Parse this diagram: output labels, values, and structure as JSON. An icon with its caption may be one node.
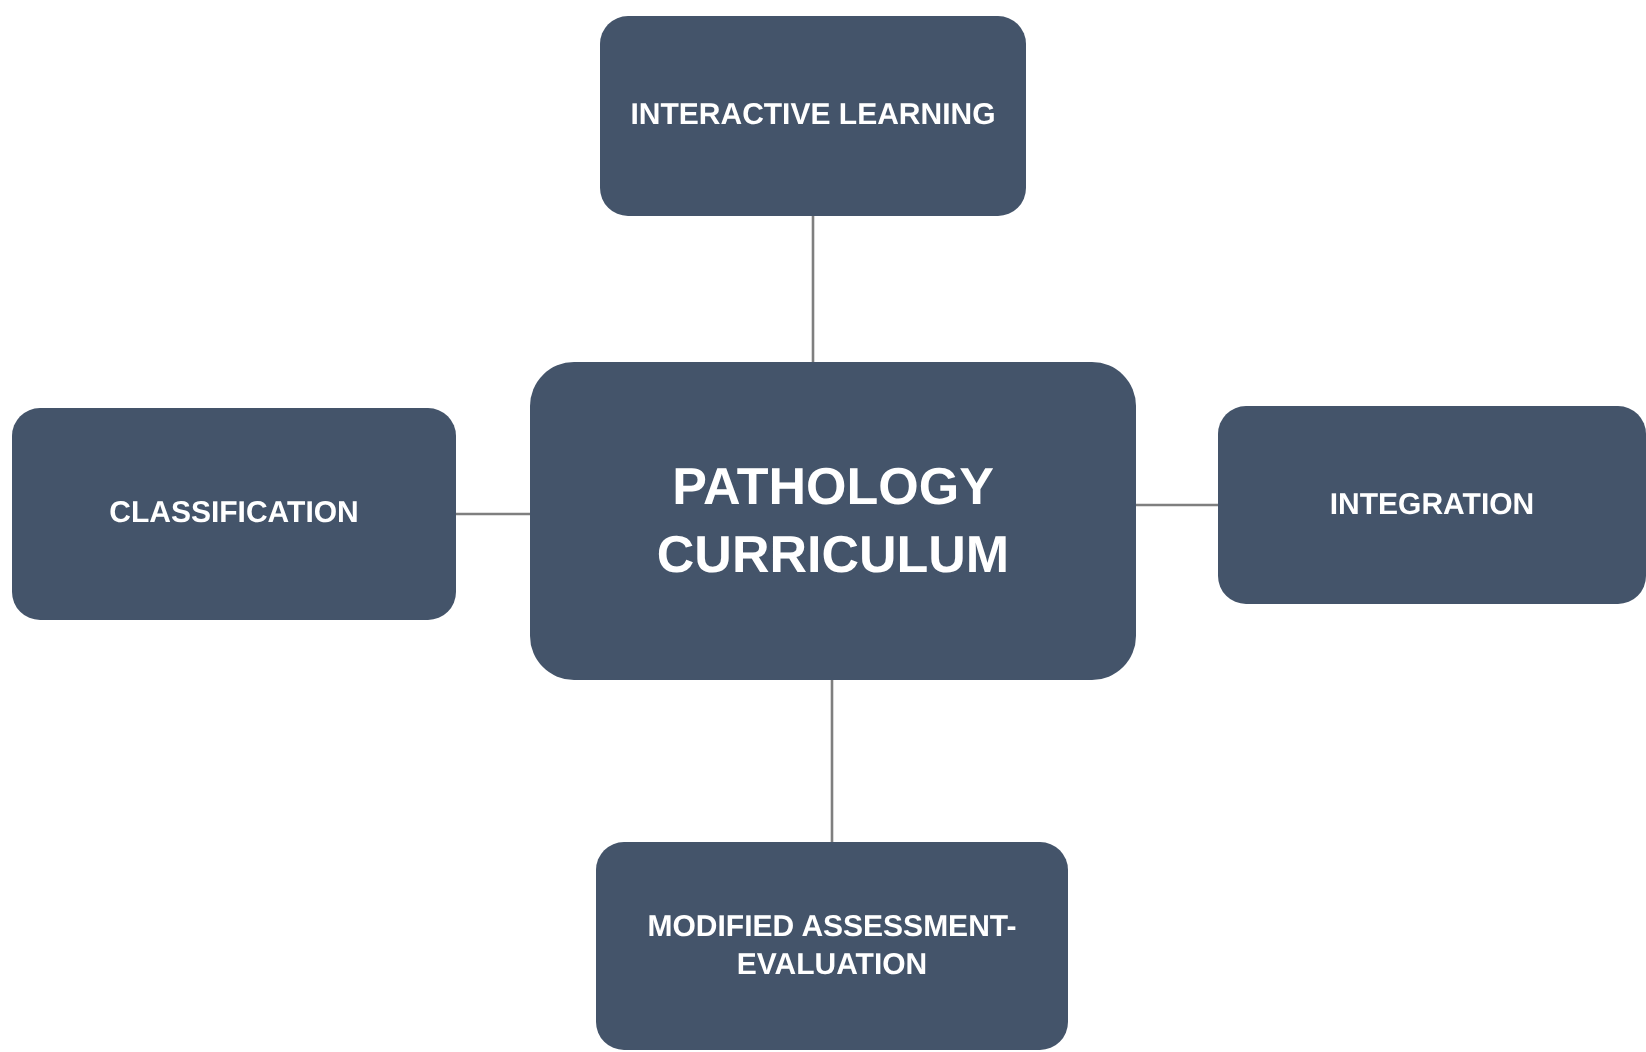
{
  "diagram": {
    "nodes": [
      {
        "text": [
          "INTERACTIVE LEARNING"
        ]
      },
      {
        "text": [
          "CLASSIFICATION"
        ]
      },
      {
        "text": [
          "PATHOLOGY CURRICULUM"
        ]
      },
      {
        "text": [
          "INTEGRATION"
        ]
      },
      {
        "text": [
          "MODIFIED ASSESSMENT-EVALUATION"
        ]
      }
    ],
    "edges": [
      {
        "from": 2,
        "to": 0,
        "arrow": "none"
      },
      {
        "from": 2,
        "to": 1,
        "arrow": "none"
      },
      {
        "from": 2,
        "to": 3,
        "arrow": "none"
      },
      {
        "from": 2,
        "to": 4,
        "arrow": "none"
      }
    ]
  }
}
